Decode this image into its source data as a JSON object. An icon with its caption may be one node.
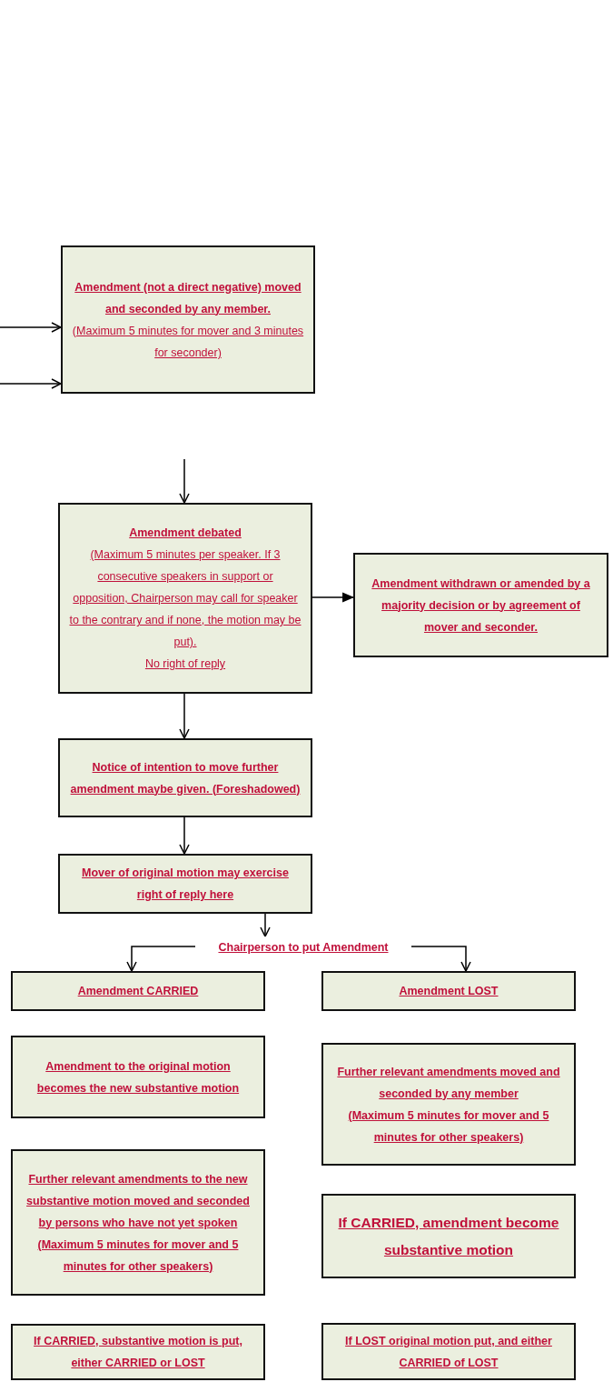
{
  "diagram": {
    "nodes": [
      {
        "text": [
          "Amendment (not a direct negative) moved and seconded by any member.",
          "(Maximum 5 minutes for mover and 3 minutes for seconder)"
        ]
      },
      {
        "text": [
          "Amendment debated",
          "(Maximum 5 minutes per speaker. If 3 consecutive speakers in support or opposition, Chairperson may call for speaker to the contrary and if none, the motion may be put).",
          "No right of reply"
        ]
      },
      {
        "text": [
          "Amendment withdrawn or amended by a majority decision or by agreement of mover and seconder."
        ]
      },
      {
        "text": [
          "Notice of intention to move further amendment maybe given. (Foreshadowed)"
        ]
      },
      {
        "text": [
          "Mover of original motion may exercise right of reply here"
        ]
      },
      {
        "text": [
          "Chairperson to put Amendment"
        ]
      },
      {
        "text": [
          "Amendment CARRIED"
        ]
      },
      {
        "text": [
          "Amendment LOST"
        ]
      },
      {
        "text": [
          "Amendment to the original motion becomes the new substantive motion"
        ]
      },
      {
        "text": [
          "Further relevant amendments moved and seconded by any member",
          "(Maximum 5 minutes for mover and 5 minutes for other speakers)"
        ]
      },
      {
        "text": [
          "Further relevant amendments to the new substantive motion moved and seconded by persons who have not yet spoken",
          "(Maximum 5 minutes for mover and 5 minutes for other speakers)"
        ]
      },
      {
        "text": [
          "If CARRIED, amendment become substantive motion"
        ]
      },
      {
        "text": [
          "If CARRIED, substantive motion is put, either CARRIED or LOST"
        ]
      },
      {
        "text": [
          "If LOST original motion put, and either CARRIED of LOST"
        ]
      }
    ],
    "edges": [
      {
        "from": null,
        "to": 0,
        "arrow": "to"
      },
      {
        "from": null,
        "to": 0,
        "arrow": "to"
      },
      {
        "from": null,
        "to": 1,
        "arrow": "to"
      },
      {
        "from": 1,
        "to": 2,
        "arrow": "to"
      },
      {
        "from": 1,
        "to": 3,
        "arrow": "to"
      },
      {
        "from": 3,
        "to": 4,
        "arrow": "to"
      },
      {
        "from": 4,
        "to": 5,
        "arrow": "to"
      },
      {
        "from": 5,
        "to": 6,
        "arrow": "to"
      },
      {
        "from": 5,
        "to": 7,
        "arrow": "to"
      }
    ]
  }
}
